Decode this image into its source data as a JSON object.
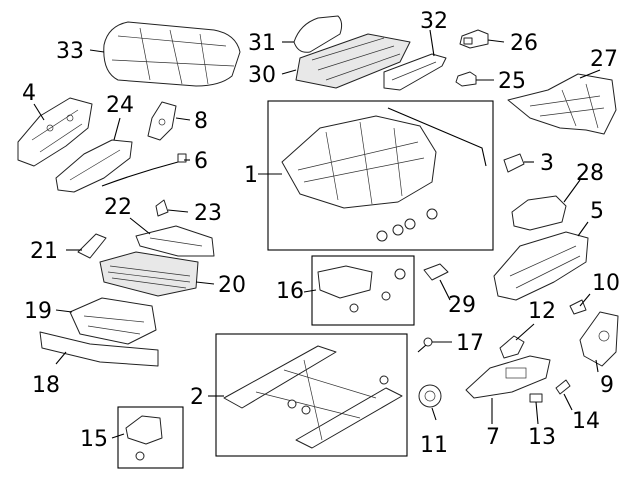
{
  "diagram": {
    "callouts": [
      {
        "id": "c1",
        "text": "1"
      },
      {
        "id": "c2",
        "text": "2"
      },
      {
        "id": "c3",
        "text": "3"
      },
      {
        "id": "c4",
        "text": "4"
      },
      {
        "id": "c5",
        "text": "5"
      },
      {
        "id": "c6",
        "text": "6"
      },
      {
        "id": "c7",
        "text": "7"
      },
      {
        "id": "c8",
        "text": "8"
      },
      {
        "id": "c9",
        "text": "9"
      },
      {
        "id": "c10",
        "text": "10"
      },
      {
        "id": "c11",
        "text": "11"
      },
      {
        "id": "c12",
        "text": "12"
      },
      {
        "id": "c13",
        "text": "13"
      },
      {
        "id": "c14",
        "text": "14"
      },
      {
        "id": "c15",
        "text": "15"
      },
      {
        "id": "c16",
        "text": "16"
      },
      {
        "id": "c17",
        "text": "17"
      },
      {
        "id": "c18",
        "text": "18"
      },
      {
        "id": "c19",
        "text": "19"
      },
      {
        "id": "c20",
        "text": "20"
      },
      {
        "id": "c21",
        "text": "21"
      },
      {
        "id": "c22",
        "text": "22"
      },
      {
        "id": "c23",
        "text": "23"
      },
      {
        "id": "c24",
        "text": "24"
      },
      {
        "id": "c25",
        "text": "25"
      },
      {
        "id": "c26",
        "text": "26"
      },
      {
        "id": "c27",
        "text": "27"
      },
      {
        "id": "c28",
        "text": "28"
      },
      {
        "id": "c29",
        "text": "29"
      },
      {
        "id": "c30",
        "text": "30"
      },
      {
        "id": "c31",
        "text": "31"
      },
      {
        "id": "c32",
        "text": "32"
      },
      {
        "id": "c33",
        "text": "33"
      }
    ]
  }
}
